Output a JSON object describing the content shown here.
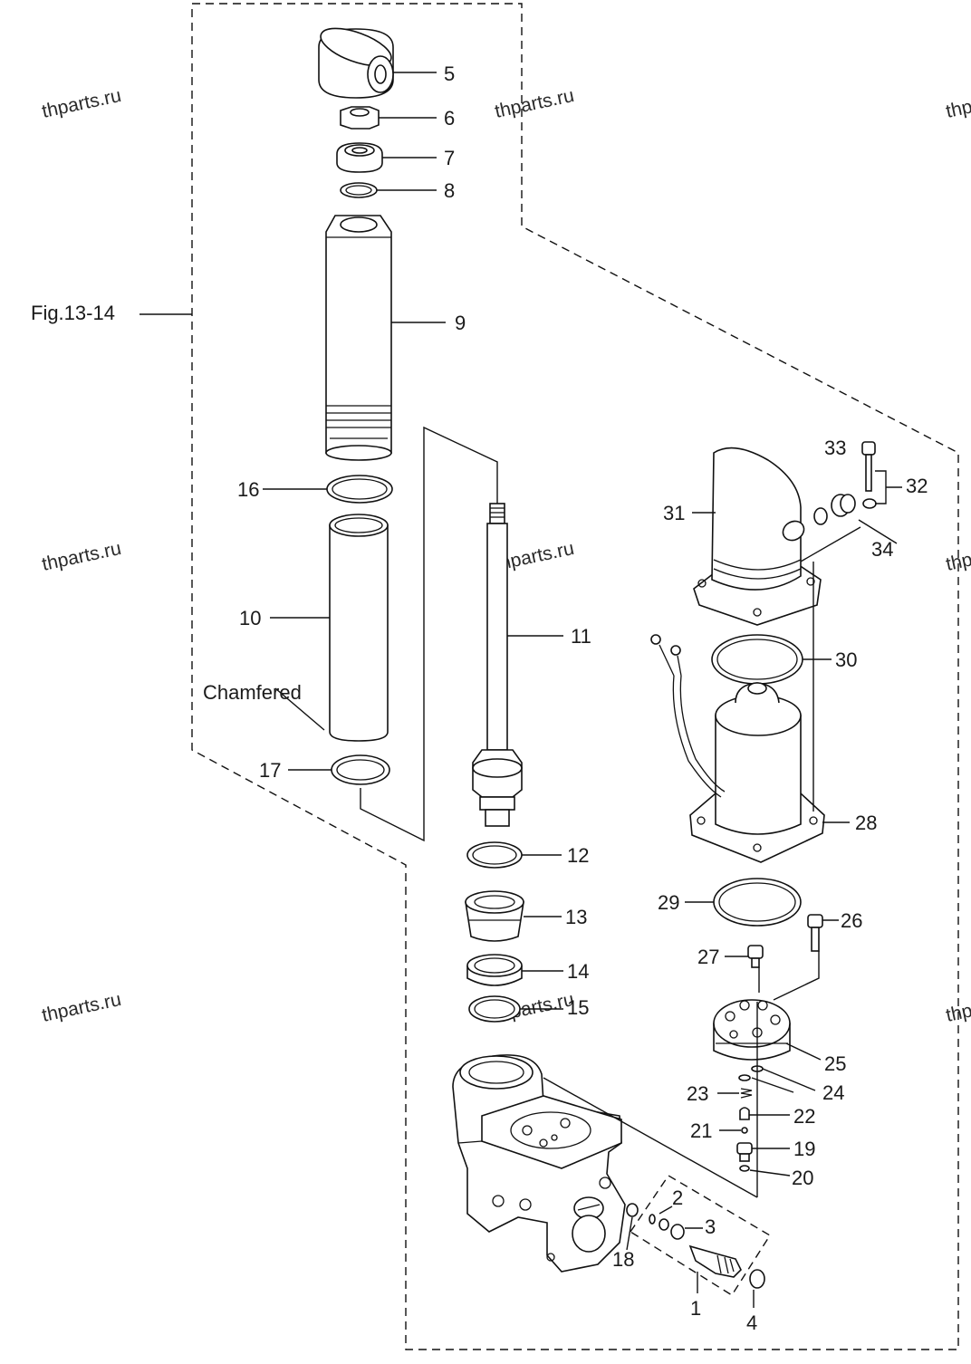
{
  "figure_ref": "Fig.13-14",
  "note_chamfered": "Chamfered",
  "watermark": "thparts.ru",
  "callouts": {
    "c1": "1",
    "c2": "2",
    "c3": "3",
    "c4": "4",
    "c5": "5",
    "c6": "6",
    "c7": "7",
    "c8": "8",
    "c9": "9",
    "c10": "10",
    "c11": "11",
    "c12": "12",
    "c13": "13",
    "c14": "14",
    "c15": "15",
    "c16": "16",
    "c17": "17",
    "c18": "18",
    "c19": "19",
    "c20": "20",
    "c21": "21",
    "c22": "22",
    "c23": "23",
    "c24": "24",
    "c25": "25",
    "c26": "26",
    "c27": "27",
    "c28": "28",
    "c29": "29",
    "c30": "30",
    "c31": "31",
    "c32": "32",
    "c33": "33",
    "c34": "34"
  }
}
